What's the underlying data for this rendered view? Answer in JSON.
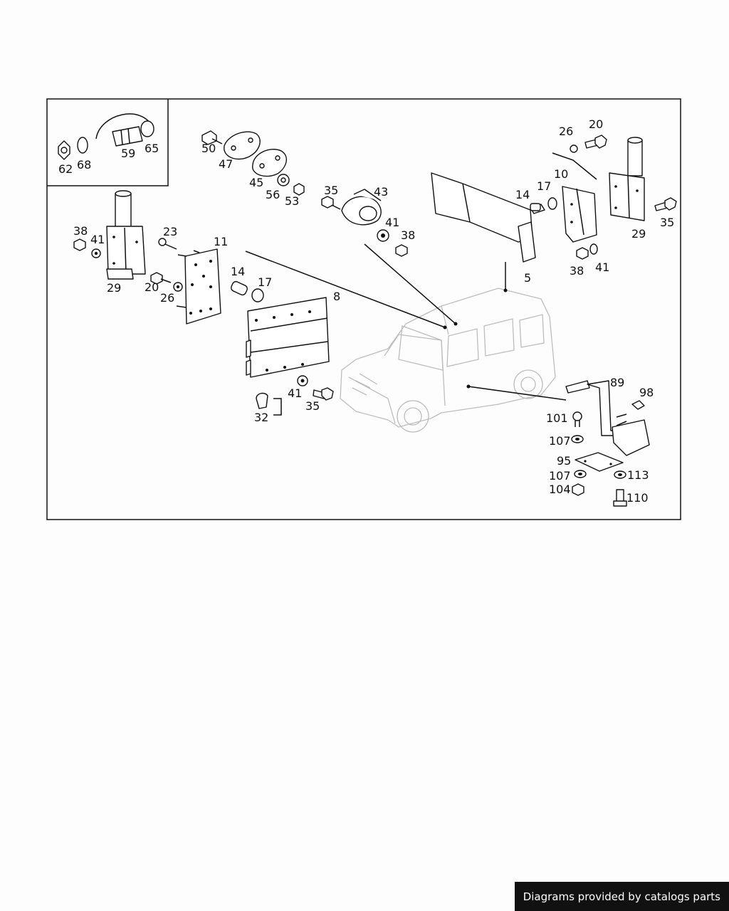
{
  "diagram": {
    "labels": {
      "l62": "62",
      "l68": "68",
      "l59": "59",
      "l65": "65",
      "l50": "50",
      "l47": "47",
      "l45": "45",
      "l56": "56",
      "l53": "53",
      "l35a": "35",
      "l43": "43",
      "l41a": "41",
      "l38a": "38",
      "l26a": "26",
      "l20a": "20",
      "l10": "10",
      "l14a": "14",
      "l17a": "17",
      "l29a": "29",
      "l35b": "35",
      "l5": "5",
      "l38b": "38",
      "l41b": "41",
      "l38c": "38",
      "l41c": "41",
      "l23": "23",
      "l11": "11",
      "l29b": "29",
      "l20b": "20",
      "l26b": "26",
      "l14b": "14",
      "l17b": "17",
      "l8": "8",
      "l41d": "41",
      "l35c": "35",
      "l32": "32",
      "l89": "89",
      "l98": "98",
      "l101": "101",
      "l107a": "107",
      "l95": "95",
      "l107b": "107",
      "l113": "113",
      "l104": "104",
      "l110": "110"
    }
  },
  "footer": {
    "text": "Diagrams provided by catalogs parts"
  }
}
